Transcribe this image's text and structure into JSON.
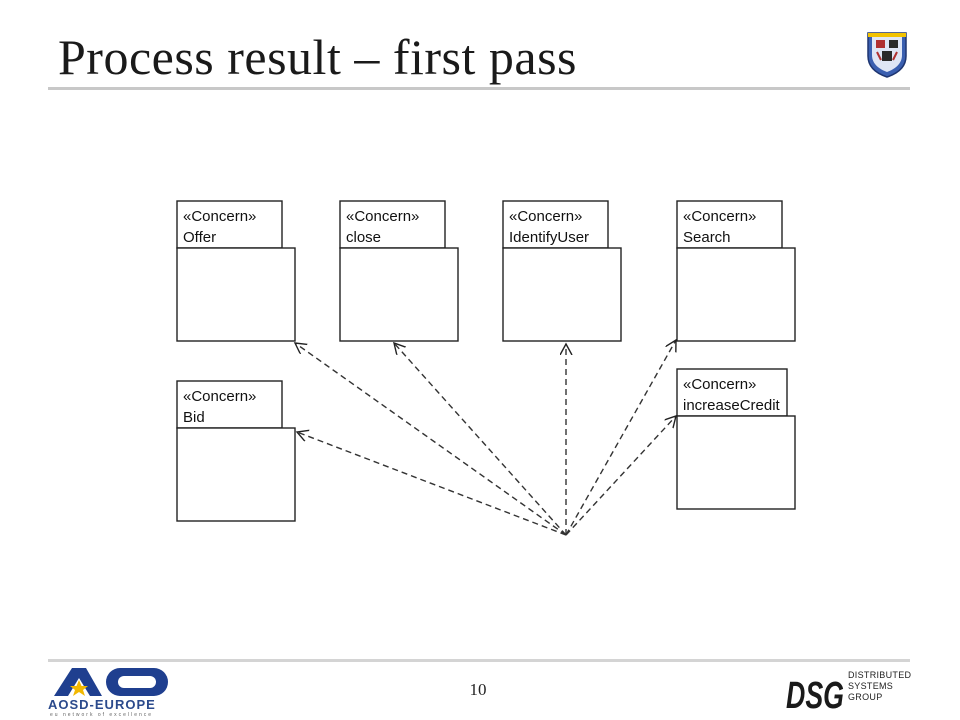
{
  "slide": {
    "title": "Process result – first pass",
    "page_number": "10"
  },
  "diagram": {
    "packages": [
      {
        "stereotype": "«Concern»",
        "name": "Offer"
      },
      {
        "stereotype": "«Concern»",
        "name": "close"
      },
      {
        "stereotype": "«Concern»",
        "name": "IdentifyUser"
      },
      {
        "stereotype": "«Concern»",
        "name": "Search"
      },
      {
        "stereotype": "«Concern»",
        "name": "Bid"
      },
      {
        "stereotype": "«Concern»",
        "name": "increaseCredit"
      }
    ],
    "dependency_style": "dashed-open-arrow"
  },
  "footer": {
    "left_logo": {
      "wordmark": "AOSD-EUROPE",
      "tagline": "eu network of excellence",
      "icon": "ao-star-logo"
    },
    "right_logo": {
      "mark": "DSG",
      "lines": [
        "DISTRIBUTED",
        "SYSTEMS",
        "GROUP"
      ]
    }
  },
  "colors": {
    "title": "#1a1a1a",
    "rule": "#c8c8c8",
    "ao_blue": "#1f3f8f",
    "ao_star": "#f2b800",
    "crest_blue": "#3a5fb0"
  }
}
